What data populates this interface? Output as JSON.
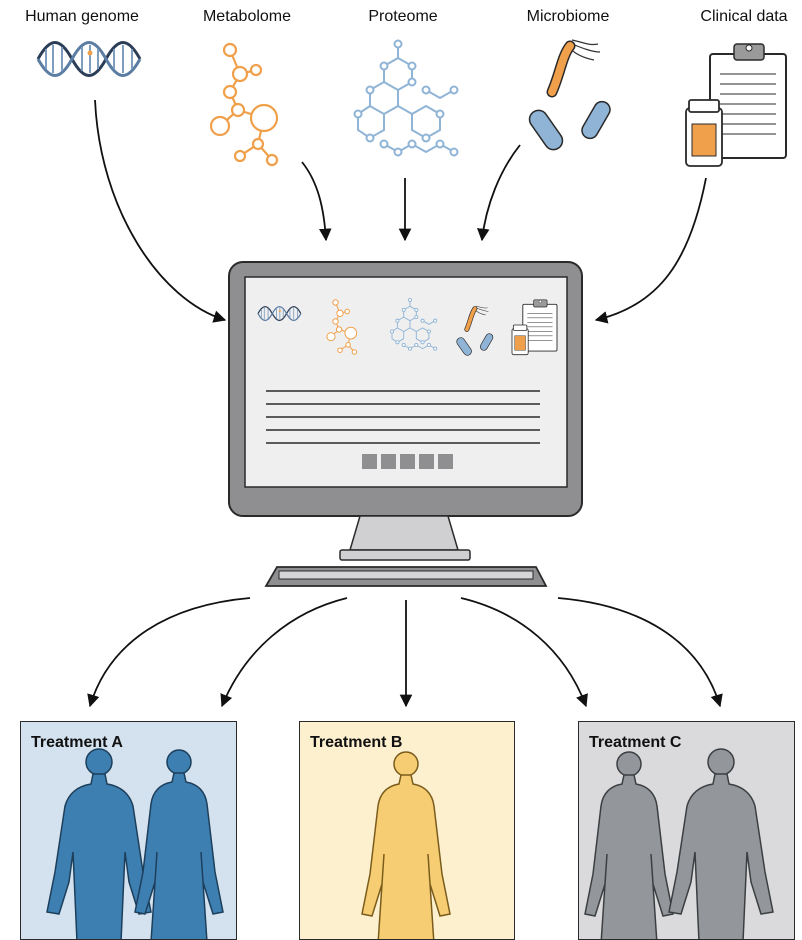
{
  "sources": [
    {
      "id": "genome",
      "label": "Human genome",
      "icon": "dna-helix-icon"
    },
    {
      "id": "metabolome",
      "label": "Metabolome",
      "icon": "metabolite-network-icon"
    },
    {
      "id": "proteome",
      "label": "Proteome",
      "icon": "protein-structure-icon"
    },
    {
      "id": "microbiome",
      "label": "Microbiome",
      "icon": "bacteria-icon"
    },
    {
      "id": "clinical",
      "label": "Clinical data",
      "icon": "clipboard-medication-icon"
    }
  ],
  "treatments": [
    {
      "label": "Treatment A",
      "bg": "#d3e2ee",
      "figure": "#3e7fb1",
      "figures": 2
    },
    {
      "label": "Treatment B",
      "bg": "#fdf0cf",
      "figure": "#f6cd72",
      "figures": 1
    },
    {
      "label": "Treatment C",
      "bg": "#dadadc",
      "figure": "#93979b",
      "figures": 2
    }
  ],
  "colors": {
    "metabolome": "#f0a04b",
    "proteome": "#8fb4d6",
    "computer": "#8f8f92",
    "screen": "#efefef",
    "accent_gray": "#9a9a9a"
  }
}
